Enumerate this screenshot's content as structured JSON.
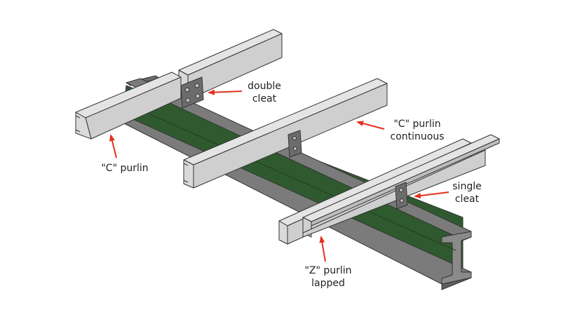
{
  "labels": {
    "double_cleat": {
      "line1": "double",
      "line2": "cleat"
    },
    "c_purlin": {
      "line1": "\"C\" purlin"
    },
    "c_purlin_continuous": {
      "line1": "\"C\" purlin",
      "line2": "continuous"
    },
    "single_cleat": {
      "line1": "single",
      "line2": "cleat"
    },
    "z_purlin_lapped": {
      "line1": "\"Z\" purlin",
      "line2": "lapped"
    }
  },
  "colors": {
    "beam_web": "#2f5a2f",
    "beam_flange": "#7b7b7b",
    "beam_flange_dark": "#5e5e5e",
    "purlin": "#e4e4e4",
    "purlin_side": "#cfcfcf",
    "cleat": "#6c6c6c",
    "arrow": "#e3311f",
    "outline": "#333333"
  }
}
